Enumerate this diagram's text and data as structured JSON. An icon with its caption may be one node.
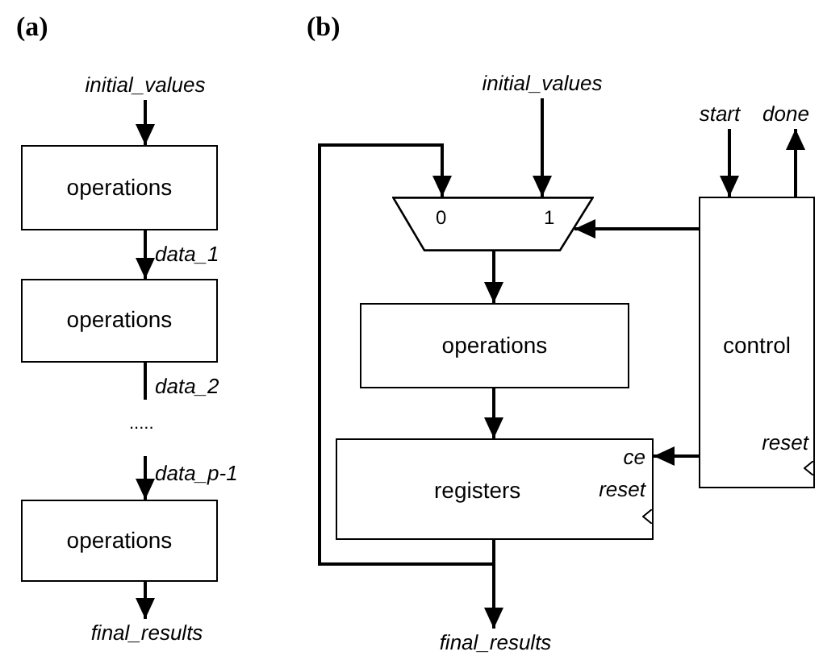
{
  "diagram": {
    "nodes": [
      {
        "text": [
          "initial_values"
        ]
      },
      {
        "text": [
          "operations"
        ]
      },
      {
        "text": [
          "operations"
        ]
      },
      {
        "text": [
          "operations"
        ]
      },
      {
        "text": [
          "final_results"
        ]
      },
      {
        "text": [
          "initial_values"
        ]
      },
      {
        "text": [
          "start"
        ]
      },
      {
        "text": [
          "done"
        ]
      },
      {
        "text": [
          "0",
          "1"
        ]
      },
      {
        "text": [
          "operations"
        ]
      },
      {
        "text": [
          "registers",
          "ce",
          "reset"
        ]
      },
      {
        "text": [
          "control",
          "reset"
        ]
      },
      {
        "text": [
          "final_results"
        ]
      }
    ],
    "edges": [
      {
        "from": 0,
        "to": 1,
        "arrow": "to"
      },
      {
        "from": 1,
        "to": 2,
        "arrow": "to",
        "label": "data_1"
      },
      {
        "from": 2,
        "to": null,
        "arrow": "none",
        "label": "data_2"
      },
      {
        "from": null,
        "to": 3,
        "arrow": "to",
        "label": "data_p-1"
      },
      {
        "from": 3,
        "to": 4,
        "arrow": "to"
      },
      {
        "from": 5,
        "to": 8,
        "arrow": "to"
      },
      {
        "from": 6,
        "to": 11,
        "arrow": "to"
      },
      {
        "from": 11,
        "to": 7,
        "arrow": "to"
      },
      {
        "from": 11,
        "to": 8,
        "arrow": "to"
      },
      {
        "from": 8,
        "to": 9,
        "arrow": "to"
      },
      {
        "from": 9,
        "to": 10,
        "arrow": "to"
      },
      {
        "from": 11,
        "to": 10,
        "arrow": "to"
      },
      {
        "from": 10,
        "to": 8,
        "arrow": "to"
      },
      {
        "from": 10,
        "to": 12,
        "arrow": "to"
      }
    ],
    "labels": [
      "(a)",
      "(b)",
      "....."
    ]
  }
}
